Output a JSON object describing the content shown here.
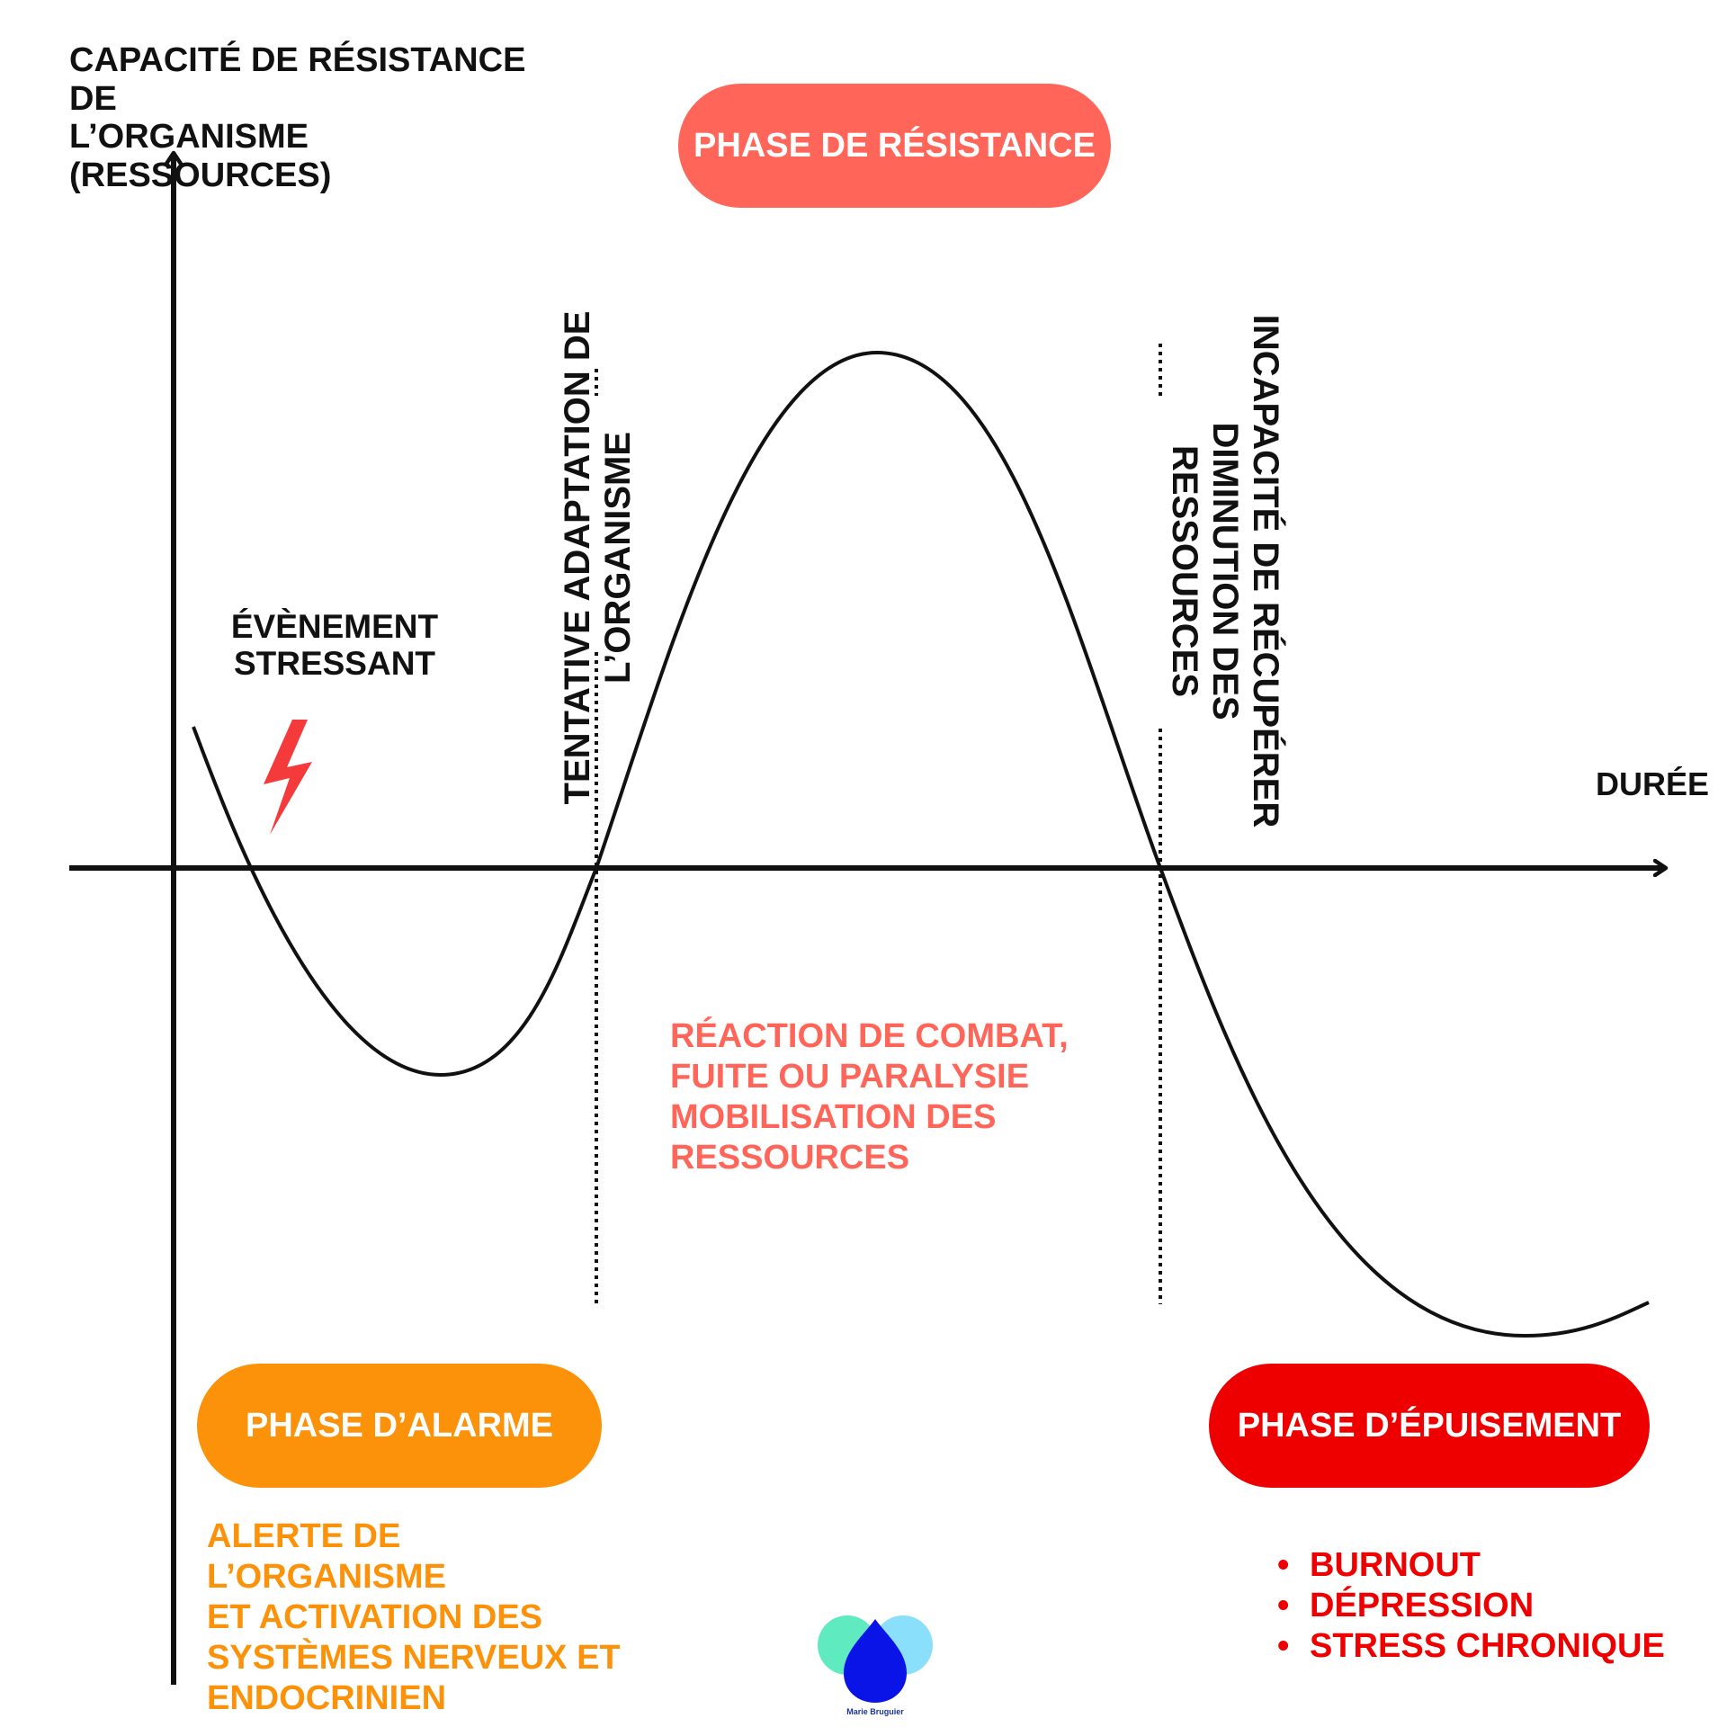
{
  "axes": {
    "y_title_line1": "CAPACITÉ DE RÉSISTANCE DE",
    "y_title_line2": "L’ORGANISME (RESSOURCES)",
    "x_title": "DURÉE"
  },
  "event": {
    "line1": "ÉVÈNEMENT",
    "line2": "STRESSANT",
    "icon": "lightning-bolt-icon",
    "color": "#f43a3a"
  },
  "annotations": {
    "adaptation_line1": "TENTATIVE ADAPTATION DE",
    "adaptation_line2": "L’ORGANISME",
    "recovery_line1": "INCAPACITÉ DE RÉCUPÉRER",
    "recovery_line2": "DIMINUTION DES",
    "recovery_line3": "RESSOURCES"
  },
  "phases": {
    "resistance": {
      "label": "PHASE DE RÉSISTANCE",
      "color": "#ff6659",
      "desc_line1": "RÉACTION DE COMBAT,",
      "desc_line2": "FUITE OU PARALYSIE",
      "desc_line3": "MOBILISATION DES",
      "desc_line4": "RESSOURCES"
    },
    "alarm": {
      "label": "PHASE D’ALARME",
      "color": "#fb9209",
      "desc_line1": "ALERTE DE L’ORGANISME",
      "desc_line2": "ET ACTIVATION DES",
      "desc_line3": "SYSTÈMES NERVEUX ET",
      "desc_line4": "ENDOCRINIEN"
    },
    "exhaustion": {
      "label": "PHASE D’ÉPUISEMENT",
      "color": "#ee0000",
      "items": [
        "BURNOUT",
        "DÉPRESSION",
        "STRESS CHRONIQUE"
      ]
    }
  },
  "brand": {
    "name": "Marie Bruguier",
    "colors": [
      "#4ee8b8",
      "#7ddcf9",
      "#0a14e6"
    ]
  }
}
